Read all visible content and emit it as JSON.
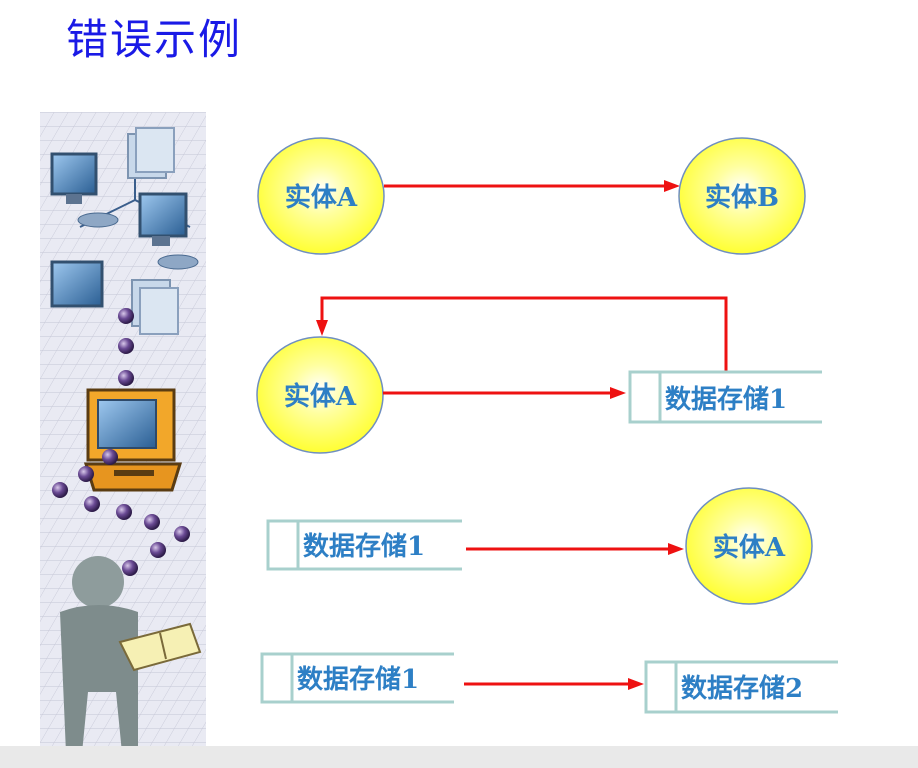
{
  "title": "错误示例",
  "rows": [
    {
      "source": "实体A",
      "target": "实体B"
    },
    {
      "source": "实体A",
      "target": "数据存储1"
    },
    {
      "source": "数据存储1",
      "target": "实体A"
    },
    {
      "source": "数据存储1",
      "target": "数据存储2"
    }
  ],
  "colors": {
    "title": "#1a1ae6",
    "entity_fill": "#ffff33",
    "entity_stroke": "#6f8fc0",
    "store_stroke": "#a8d0cd",
    "arrow": "#ee1111",
    "label": "#2d7fc5"
  },
  "icons": [
    "network-computers-icon",
    "desktop-computer-icon",
    "person-reading-icon"
  ]
}
